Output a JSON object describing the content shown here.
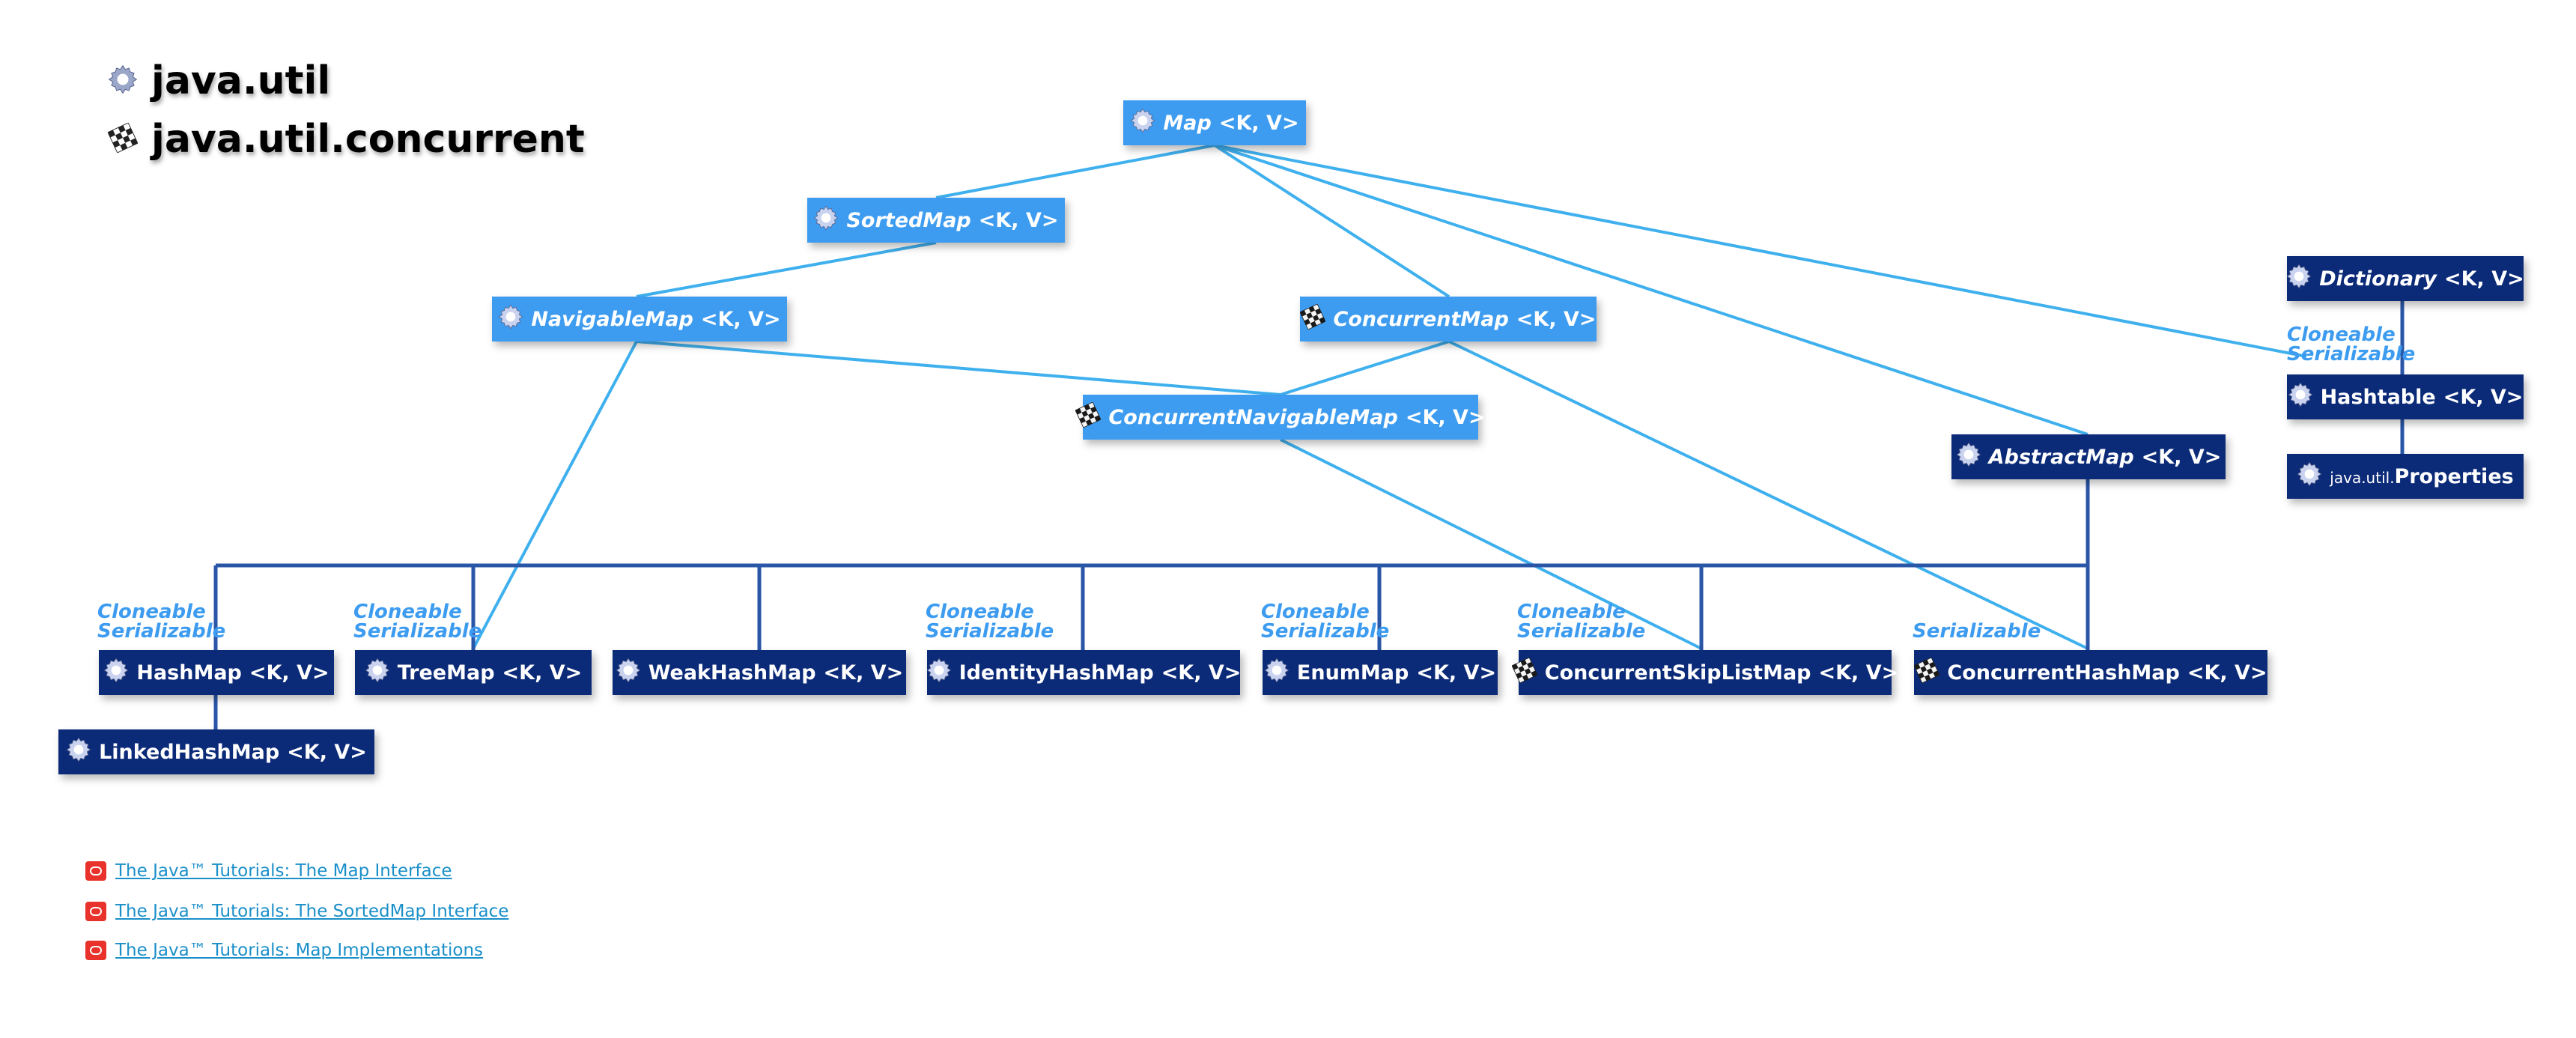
{
  "legend": [
    {
      "package": "java.util",
      "icon": "gear-icon"
    },
    {
      "package": "java.util.concurrent",
      "icon": "checkered-icon"
    }
  ],
  "colors": {
    "interface": "#3d9cf0",
    "class": "#0b2a78",
    "inherit_line": "#3fb0ee",
    "impl_line": "#2a56a8",
    "annotation": "#3d9cf0"
  },
  "nodes": {
    "map": {
      "name": "Map",
      "params": "<K, V>",
      "kind": "interface",
      "icon": "gear-icon"
    },
    "sortedmap": {
      "name": "SortedMap",
      "params": "<K, V>",
      "kind": "interface",
      "icon": "gear-icon"
    },
    "navigablemap": {
      "name": "NavigableMap",
      "params": "<K, V>",
      "kind": "interface",
      "icon": "gear-icon"
    },
    "concurrentmap": {
      "name": "ConcurrentMap",
      "params": "<K, V>",
      "kind": "interface",
      "icon": "checkered-icon"
    },
    "concurrentnavigablemap": {
      "name": "ConcurrentNavigableMap",
      "params": "<K, V>",
      "kind": "interface",
      "icon": "checkered-icon"
    },
    "dictionary": {
      "name": "Dictionary",
      "params": "<K, V>",
      "kind": "abstract class",
      "icon": "gear-icon"
    },
    "hashtable": {
      "name": "Hashtable",
      "params": "<K, V>",
      "kind": "class",
      "icon": "gear-icon"
    },
    "properties": {
      "prefix": "java.util.",
      "name": "Properties",
      "params": "",
      "kind": "class",
      "icon": "gear-icon"
    },
    "abstractmap": {
      "name": "AbstractMap",
      "params": "<K, V>",
      "kind": "abstract class",
      "icon": "gear-icon"
    },
    "hashmap": {
      "name": "HashMap",
      "params": "<K, V>",
      "kind": "class",
      "icon": "gear-icon"
    },
    "treemap": {
      "name": "TreeMap",
      "params": "<K, V>",
      "kind": "class",
      "icon": "gear-icon"
    },
    "weakhashmap": {
      "name": "WeakHashMap",
      "params": "<K, V>",
      "kind": "class",
      "icon": "gear-icon"
    },
    "identityhashmap": {
      "name": "IdentityHashMap",
      "params": "<K, V>",
      "kind": "class",
      "icon": "gear-icon"
    },
    "enummap": {
      "name": "EnumMap",
      "params": "<K, V>",
      "kind": "class",
      "icon": "gear-icon"
    },
    "concurrentskiplistmap": {
      "name": "ConcurrentSkipListMap",
      "params": "<K, V>",
      "kind": "class",
      "icon": "checkered-icon"
    },
    "concurrenthashmap": {
      "name": "ConcurrentHashMap",
      "params": "<K, V>",
      "kind": "class",
      "icon": "checkered-icon"
    },
    "linkedhashmap": {
      "name": "LinkedHashMap",
      "params": "<K, V>",
      "kind": "class",
      "icon": "gear-icon"
    }
  },
  "annotations": {
    "hashtable": [
      "Cloneable",
      "Serializable"
    ],
    "hashmap": [
      "Cloneable",
      "Serializable"
    ],
    "treemap": [
      "Cloneable",
      "Serializable"
    ],
    "identityhashmap": [
      "Cloneable",
      "Serializable"
    ],
    "enummap": [
      "Cloneable",
      "Serializable"
    ],
    "concurrentskiplistmap": [
      "Cloneable",
      "Serializable"
    ],
    "concurrenthashmap": [
      "Serializable"
    ]
  },
  "edges": [
    {
      "from": "map",
      "to": "sortedmap",
      "type": "inherits"
    },
    {
      "from": "sortedmap",
      "to": "navigablemap",
      "type": "inherits"
    },
    {
      "from": "map",
      "to": "concurrentmap",
      "type": "inherits"
    },
    {
      "from": "map",
      "to": "abstractmap",
      "type": "inherits"
    },
    {
      "from": "map",
      "to": "hashtable",
      "type": "inherits"
    },
    {
      "from": "navigablemap",
      "to": "concurrentnavigablemap",
      "type": "inherits"
    },
    {
      "from": "concurrentmap",
      "to": "concurrentnavigablemap",
      "type": "inherits"
    },
    {
      "from": "navigablemap",
      "to": "treemap",
      "type": "inherits"
    },
    {
      "from": "concurrentnavigablemap",
      "to": "concurrentskiplistmap",
      "type": "inherits"
    },
    {
      "from": "concurrentmap",
      "to": "concurrenthashmap",
      "type": "inherits"
    },
    {
      "from": "dictionary",
      "to": "hashtable",
      "type": "extends"
    },
    {
      "from": "hashtable",
      "to": "properties",
      "type": "extends"
    },
    {
      "from": "abstractmap",
      "to": "hashmap",
      "type": "extends"
    },
    {
      "from": "abstractmap",
      "to": "treemap",
      "type": "extends"
    },
    {
      "from": "abstractmap",
      "to": "weakhashmap",
      "type": "extends"
    },
    {
      "from": "abstractmap",
      "to": "identityhashmap",
      "type": "extends"
    },
    {
      "from": "abstractmap",
      "to": "enummap",
      "type": "extends"
    },
    {
      "from": "abstractmap",
      "to": "concurrentskiplistmap",
      "type": "extends"
    },
    {
      "from": "abstractmap",
      "to": "concurrenthashmap",
      "type": "extends"
    },
    {
      "from": "hashmap",
      "to": "linkedhashmap",
      "type": "extends"
    }
  ],
  "links": [
    {
      "label": "The Java™ Tutorials: The Map Interface",
      "icon": "oracle-icon"
    },
    {
      "label": "The Java™ Tutorials: The SortedMap Interface",
      "icon": "oracle-icon"
    },
    {
      "label": "The Java™ Tutorials: Map Implementations",
      "icon": "oracle-icon"
    }
  ]
}
